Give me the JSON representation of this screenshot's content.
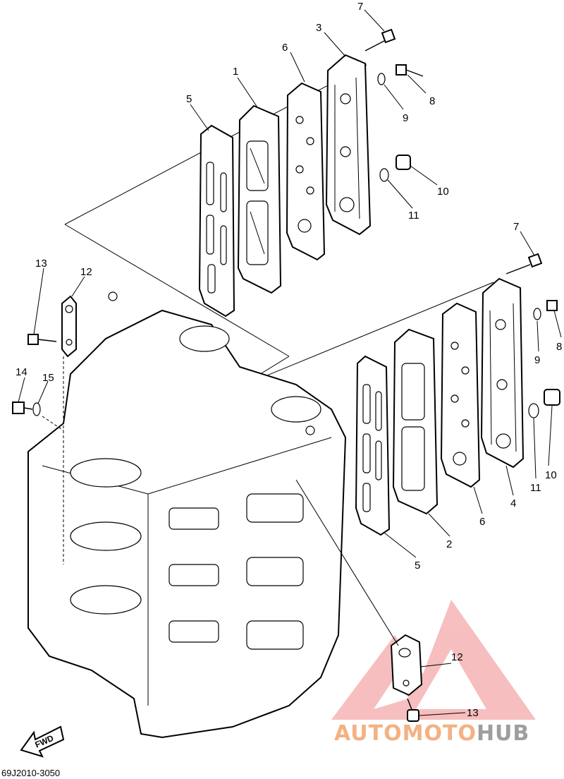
{
  "diagram_code": "69J2010-3050",
  "fwd_label": "FWD",
  "watermark": {
    "part1": "AUTOMOTO",
    "part2": "HUB"
  },
  "callouts": {
    "c1": "1",
    "c2": "2",
    "c3": "3",
    "c4": "4",
    "c5a": "5",
    "c5b": "5",
    "c6a": "6",
    "c6b": "6",
    "c7a": "7",
    "c7b": "7",
    "c8a": "8",
    "c8b": "8",
    "c9a": "9",
    "c9b": "9",
    "c10a": "10",
    "c10b": "10",
    "c11a": "11",
    "c11b": "11",
    "c12a": "12",
    "c12b": "12",
    "c13a": "13",
    "c13b": "13",
    "c14": "14",
    "c15": "15"
  }
}
